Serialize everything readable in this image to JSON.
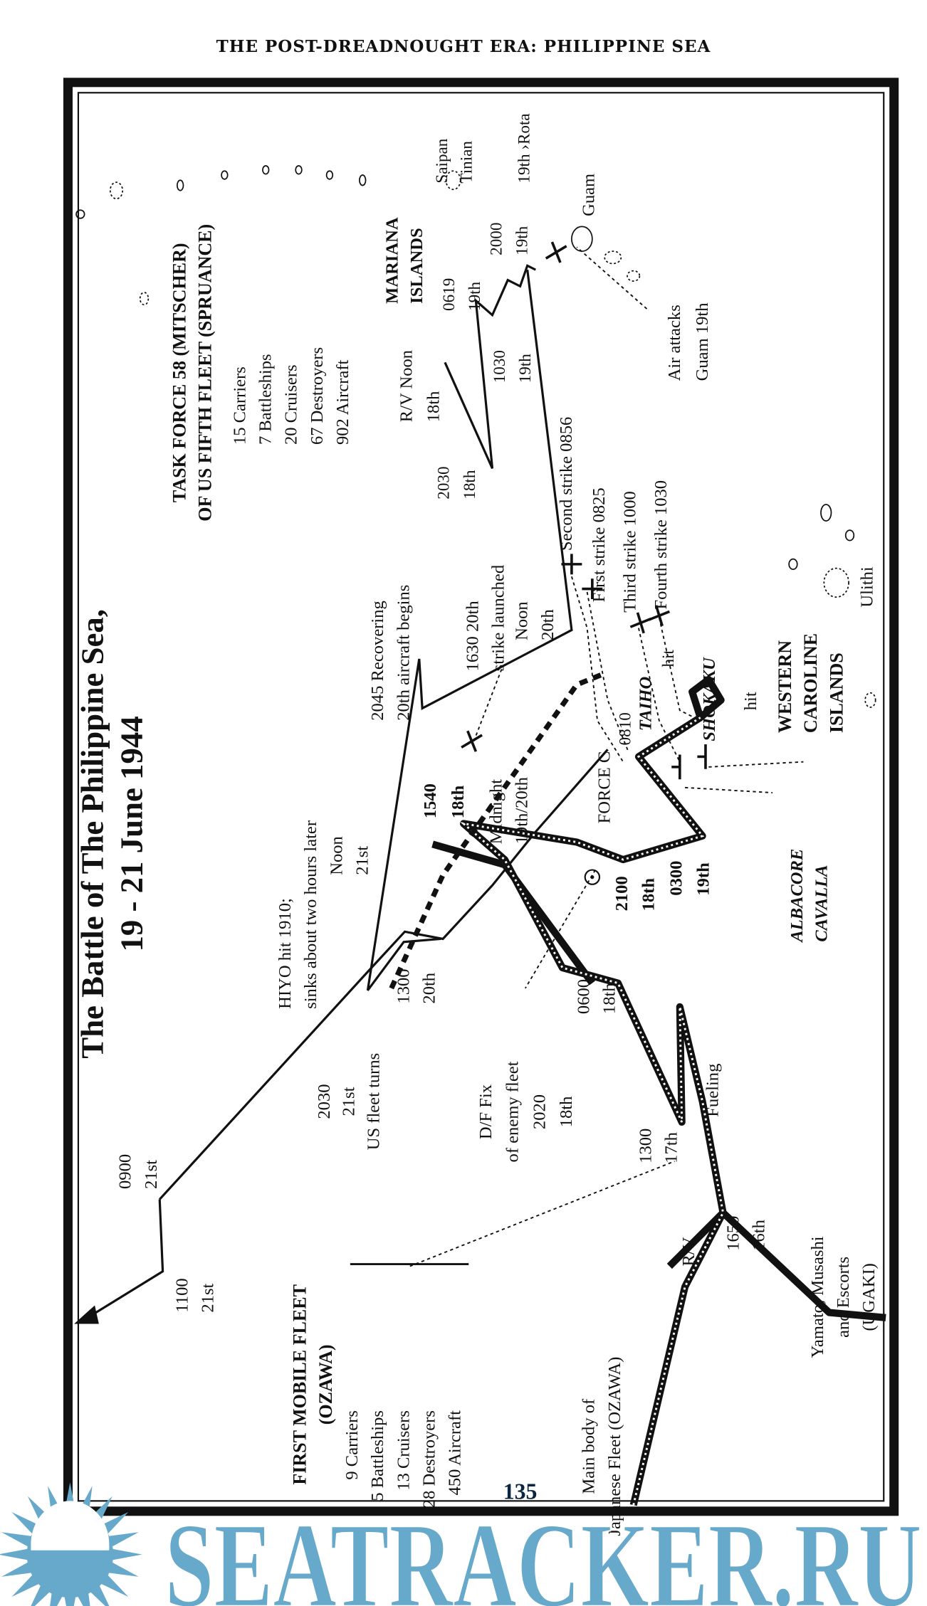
{
  "header": "THE POST-DREADNOUGHT ERA: PHILIPPINE SEA",
  "page_number": "135",
  "watermark": "SEATRACKER.RU",
  "colors": {
    "watermark": "#67a9cb",
    "ink": "#111111"
  },
  "labels": {
    "title": [
      "The Battle of The Philippine Sea,",
      "19 - 21 June 1944"
    ],
    "tf58": [
      "TASK FORCE 58 (MITSCHER)",
      "OF US FIFTH FLEET (SPRUANCE)"
    ],
    "tf58_strength": [
      "15 Carriers",
      "7 Battleships",
      "20 Cruisers",
      "67 Destroyers",
      "902 Aircraft"
    ],
    "mariana": [
      "MARIANA",
      "ISLANDS"
    ],
    "saipan": [
      "Saipan",
      "Tinian"
    ],
    "rota": [
      "19th ›Rota"
    ],
    "guam": [
      "Guam"
    ],
    "t0619": [
      "0619",
      "19th"
    ],
    "t2000": [
      "2000",
      "19th"
    ],
    "t1030": [
      "1030",
      "19th"
    ],
    "air_attacks": [
      "Air attacks",
      "Guam 19th"
    ],
    "rv_noon": [
      "R/V Noon",
      "18th"
    ],
    "t2030_18": [
      "2030",
      "18th"
    ],
    "strike2": [
      "Second strike 0856"
    ],
    "strike1": [
      "First strike 0825"
    ],
    "strike3": [
      "Third strike 1000"
    ],
    "strike4": [
      "Fourth strike 1030"
    ],
    "recovering": [
      "2045 Recovering",
      "20th aircraft begins"
    ],
    "strike_launched": [
      "1630 20th",
      "strike launched"
    ],
    "noon20": [
      "Noon",
      "20th"
    ],
    "hiyo": [
      "HIYO hit 1910;",
      "sinks about two hours later"
    ],
    "noon21": [
      "Noon",
      "21st"
    ],
    "t1540": [
      "1540",
      "18th"
    ],
    "midnight": [
      "Midnight",
      "19th/20th"
    ],
    "force_c": [
      "FORCE C"
    ],
    "t0810": [
      "0810"
    ],
    "taiho": [
      "TAIHO"
    ],
    "taiho_hit": [
      "hit"
    ],
    "shokaku": [
      "SHOKAKU"
    ],
    "shokaku_hit": [
      "hit"
    ],
    "western_caroline": [
      "WESTERN",
      "CAROLINE",
      "ISLANDS"
    ],
    "ulithi": [
      "Ulithi"
    ],
    "subs": [
      "ALBACORE",
      "CAVALLA"
    ],
    "t2100": [
      "2100",
      "18th"
    ],
    "t0300": [
      "0300",
      "19th"
    ],
    "t0600": [
      "0600",
      "18th"
    ],
    "us_turns": [
      "2030",
      "21st",
      "US fleet turns"
    ],
    "t1300_20": [
      "1300",
      "20th"
    ],
    "df_fix": [
      "D/F Fix",
      "of enemy fleet",
      "2020",
      "18th"
    ],
    "t1300_17": [
      "1300",
      "17th"
    ],
    "fueling": [
      "Fueling"
    ],
    "t0900": [
      "0900",
      "21st"
    ],
    "t1100": [
      "1100",
      "21st"
    ],
    "t1650": [
      "1650",
      "16th"
    ],
    "rv": [
      "R/V"
    ],
    "first_mobile": [
      "FIRST MOBILE FLEET",
      "(OZAWA)"
    ],
    "first_mobile_strength": [
      "9 Carriers",
      "5 Battleships",
      "13 Cruisers",
      "28 Destroyers",
      "450 Aircraft"
    ],
    "main_body": [
      "Main body of",
      "Japanese Fleet (OZAWA)"
    ],
    "yamato": [
      "Yamato, Musashi",
      "and Escorts",
      "(UGAKI)"
    ]
  }
}
